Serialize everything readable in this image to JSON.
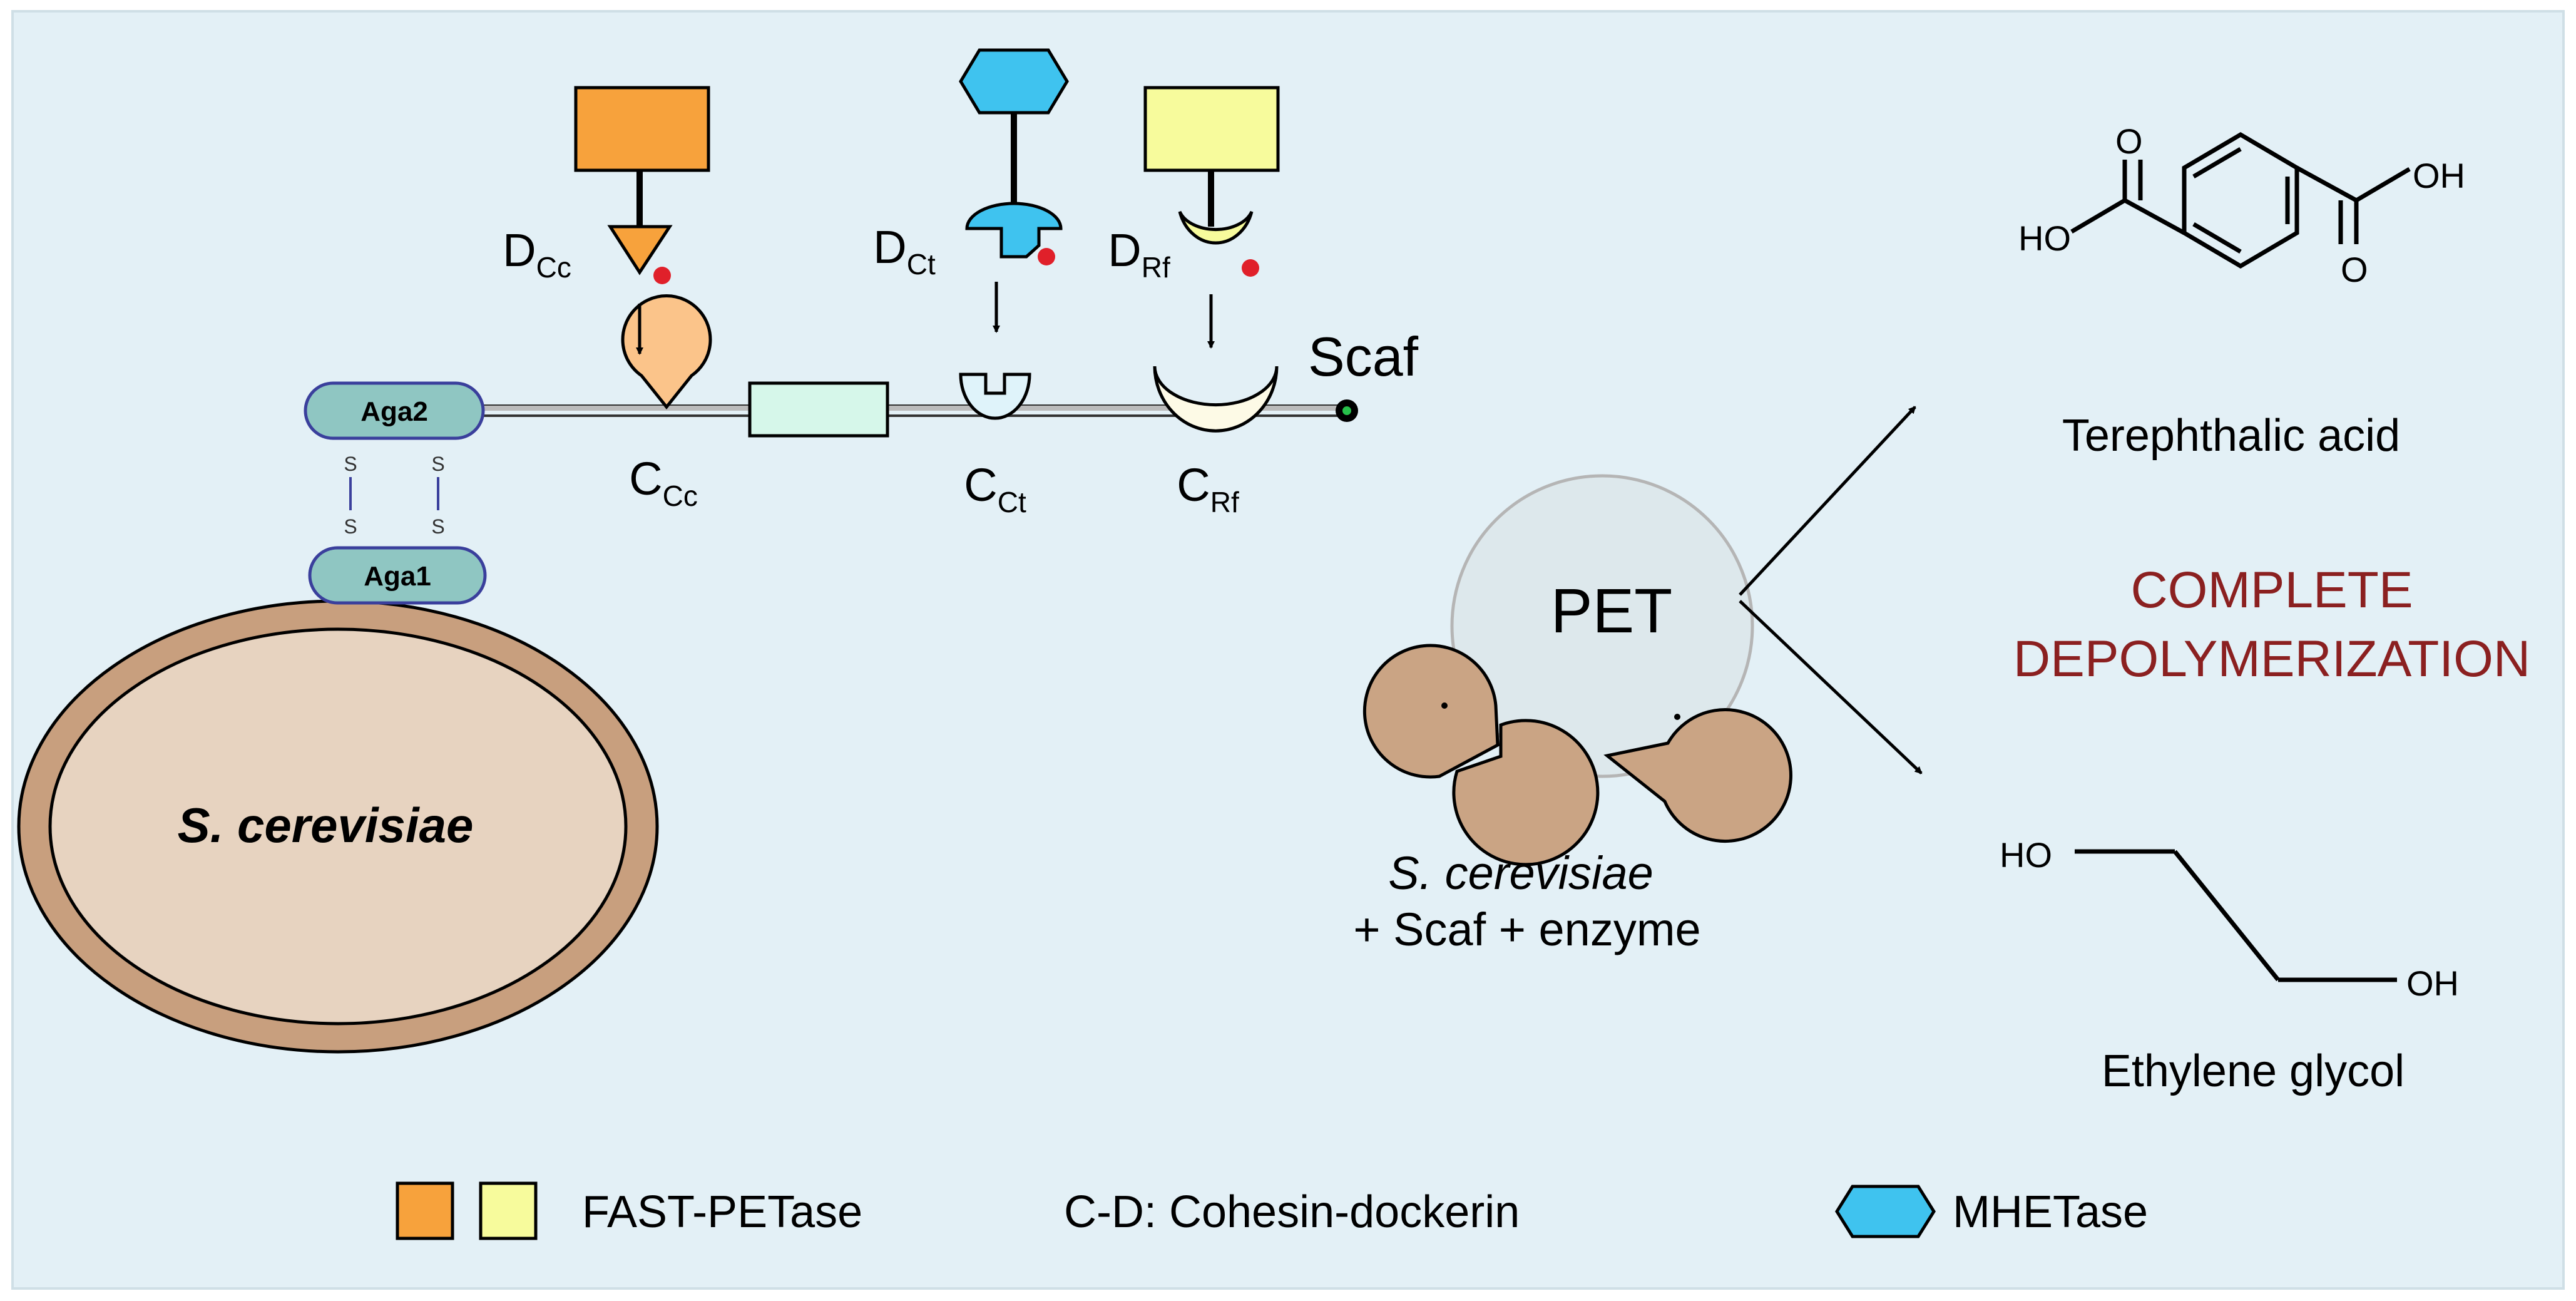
{
  "scaffold": {
    "aga2": "Aga2",
    "aga1": "Aga1",
    "disulfide_s": "S",
    "scaf_label": "Scaf",
    "cell_label": "S. cerevisiae"
  },
  "modules": [
    {
      "d_main": "D",
      "d_sub": "Cc",
      "c_main": "C",
      "c_sub": "Cc",
      "enzyme": "FAST-PETase"
    },
    {
      "d_main": "D",
      "d_sub": "Ct",
      "c_main": "C",
      "c_sub": "Ct",
      "enzyme": "MHETase"
    },
    {
      "d_main": "D",
      "d_sub": "Rf",
      "c_main": "C",
      "c_sub": "Rf",
      "enzyme": "FAST-PETase"
    }
  ],
  "pet": {
    "label": "PET",
    "caption_line1": "S. cerevisiae",
    "caption_line2": "+ Scaf + enzyme"
  },
  "products": {
    "tpa_name": "Terephthalic acid",
    "eg_name": "Ethylene glycol",
    "oh": "OH",
    "ho": "HO",
    "o": "O",
    "result_line1": "COMPLETE",
    "result_line2": "DEPOLYMERIZATION"
  },
  "legend": {
    "fast_petase": "FAST-PETase",
    "cohesin_dockerin": "C-D: Cohesin-dockerin",
    "mhetase": "MHETase"
  },
  "colors": {
    "background": "#e3f0f6",
    "orange": "#f7a23c",
    "yellow": "#f7fb9c",
    "cyan": "#3fc3ef",
    "cell_wall": "#c89f7e",
    "cell_inner": "#e7d3c0",
    "aga": "#8fc6c2",
    "aga_border": "#3a3f9c",
    "pac": "#caa484",
    "red_dot": "#e0202a",
    "dark_red": "#8b2020"
  }
}
